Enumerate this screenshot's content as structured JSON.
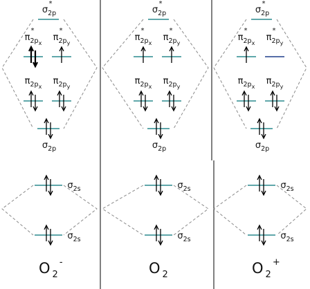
{
  "colors": {
    "level": "#2a8a8e",
    "level_alt": "#1f3f8a",
    "dash": "#8a8a8a",
    "divider": "#000000",
    "arrow": "#000000"
  },
  "labels": {
    "sigma": "σ",
    "pi": "π",
    "star": "*",
    "sub_2p": "2p",
    "sub_2s": "2s",
    "sub_px": "x",
    "sub_py": "y"
  },
  "species": [
    {
      "formula_base": "O",
      "formula_sub": "2",
      "formula_charge": "-",
      "electrons": {
        "sigma2s": 2,
        "sigma2s_star": 2,
        "sigma2p": 2,
        "pi2px": 2,
        "pi2py": 2,
        "pi2px_star": 2,
        "pi2py_star": 1,
        "sigma2p_star": 0
      }
    },
    {
      "formula_base": "O",
      "formula_sub": "2",
      "formula_charge": "",
      "electrons": {
        "sigma2s": 2,
        "sigma2s_star": 2,
        "sigma2p": 2,
        "pi2px": 2,
        "pi2py": 2,
        "pi2px_star": 1,
        "pi2py_star": 1,
        "sigma2p_star": 0
      }
    },
    {
      "formula_base": "O",
      "formula_sub": "2",
      "formula_charge": "+",
      "electrons": {
        "sigma2s": 2,
        "sigma2s_star": 2,
        "sigma2p": 2,
        "pi2px": 2,
        "pi2py": 2,
        "pi2px_star": 1,
        "pi2py_star": 0,
        "sigma2p_star": 0
      }
    }
  ]
}
